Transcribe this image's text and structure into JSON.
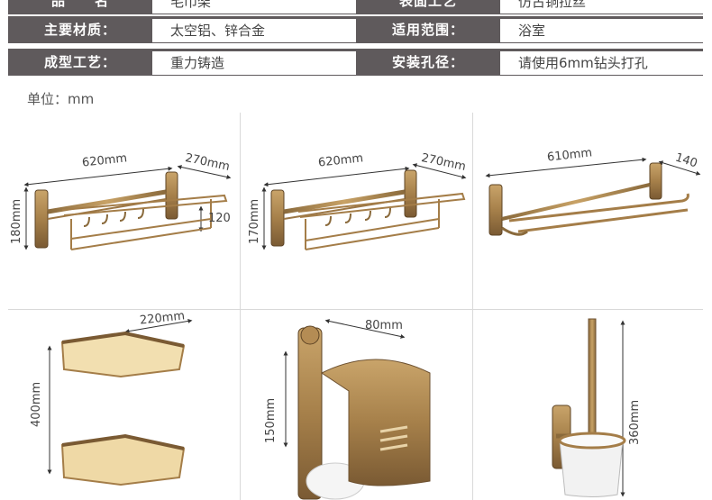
{
  "specs": [
    {
      "label1": "品　　名",
      "value1": "毛巾架",
      "label2": "表面工艺",
      "value2": "仿古铜拉丝"
    },
    {
      "label1": "主要材质：",
      "value1": "太空铝、锌合金",
      "label2": "适用范围：",
      "value2": "浴室"
    },
    {
      "label1": "成型工艺：",
      "value1": "重力铸造",
      "label2": "安装孔径：",
      "value2": "请使用6mm钻头打孔"
    }
  ],
  "unit": "单位：mm",
  "products": [
    {
      "id": "towel-rack-1",
      "width": "620mm",
      "depth": "270mm",
      "height": "180mm",
      "gap": "120"
    },
    {
      "id": "towel-rack-2",
      "width": "620mm",
      "depth": "270mm",
      "height": "170mm"
    },
    {
      "id": "towel-bar",
      "width": "610mm",
      "depth": "140"
    },
    {
      "id": "corner-shelf",
      "width": "220mm",
      "height": "400mm"
    },
    {
      "id": "paper-holder",
      "width": "80mm",
      "height": "150mm"
    },
    {
      "id": "toilet-brush",
      "height": "360mm"
    }
  ],
  "colors": {
    "header_bg": "#5f5a5c",
    "bronze": "#a6804a",
    "bronze_dark": "#6e5231"
  }
}
